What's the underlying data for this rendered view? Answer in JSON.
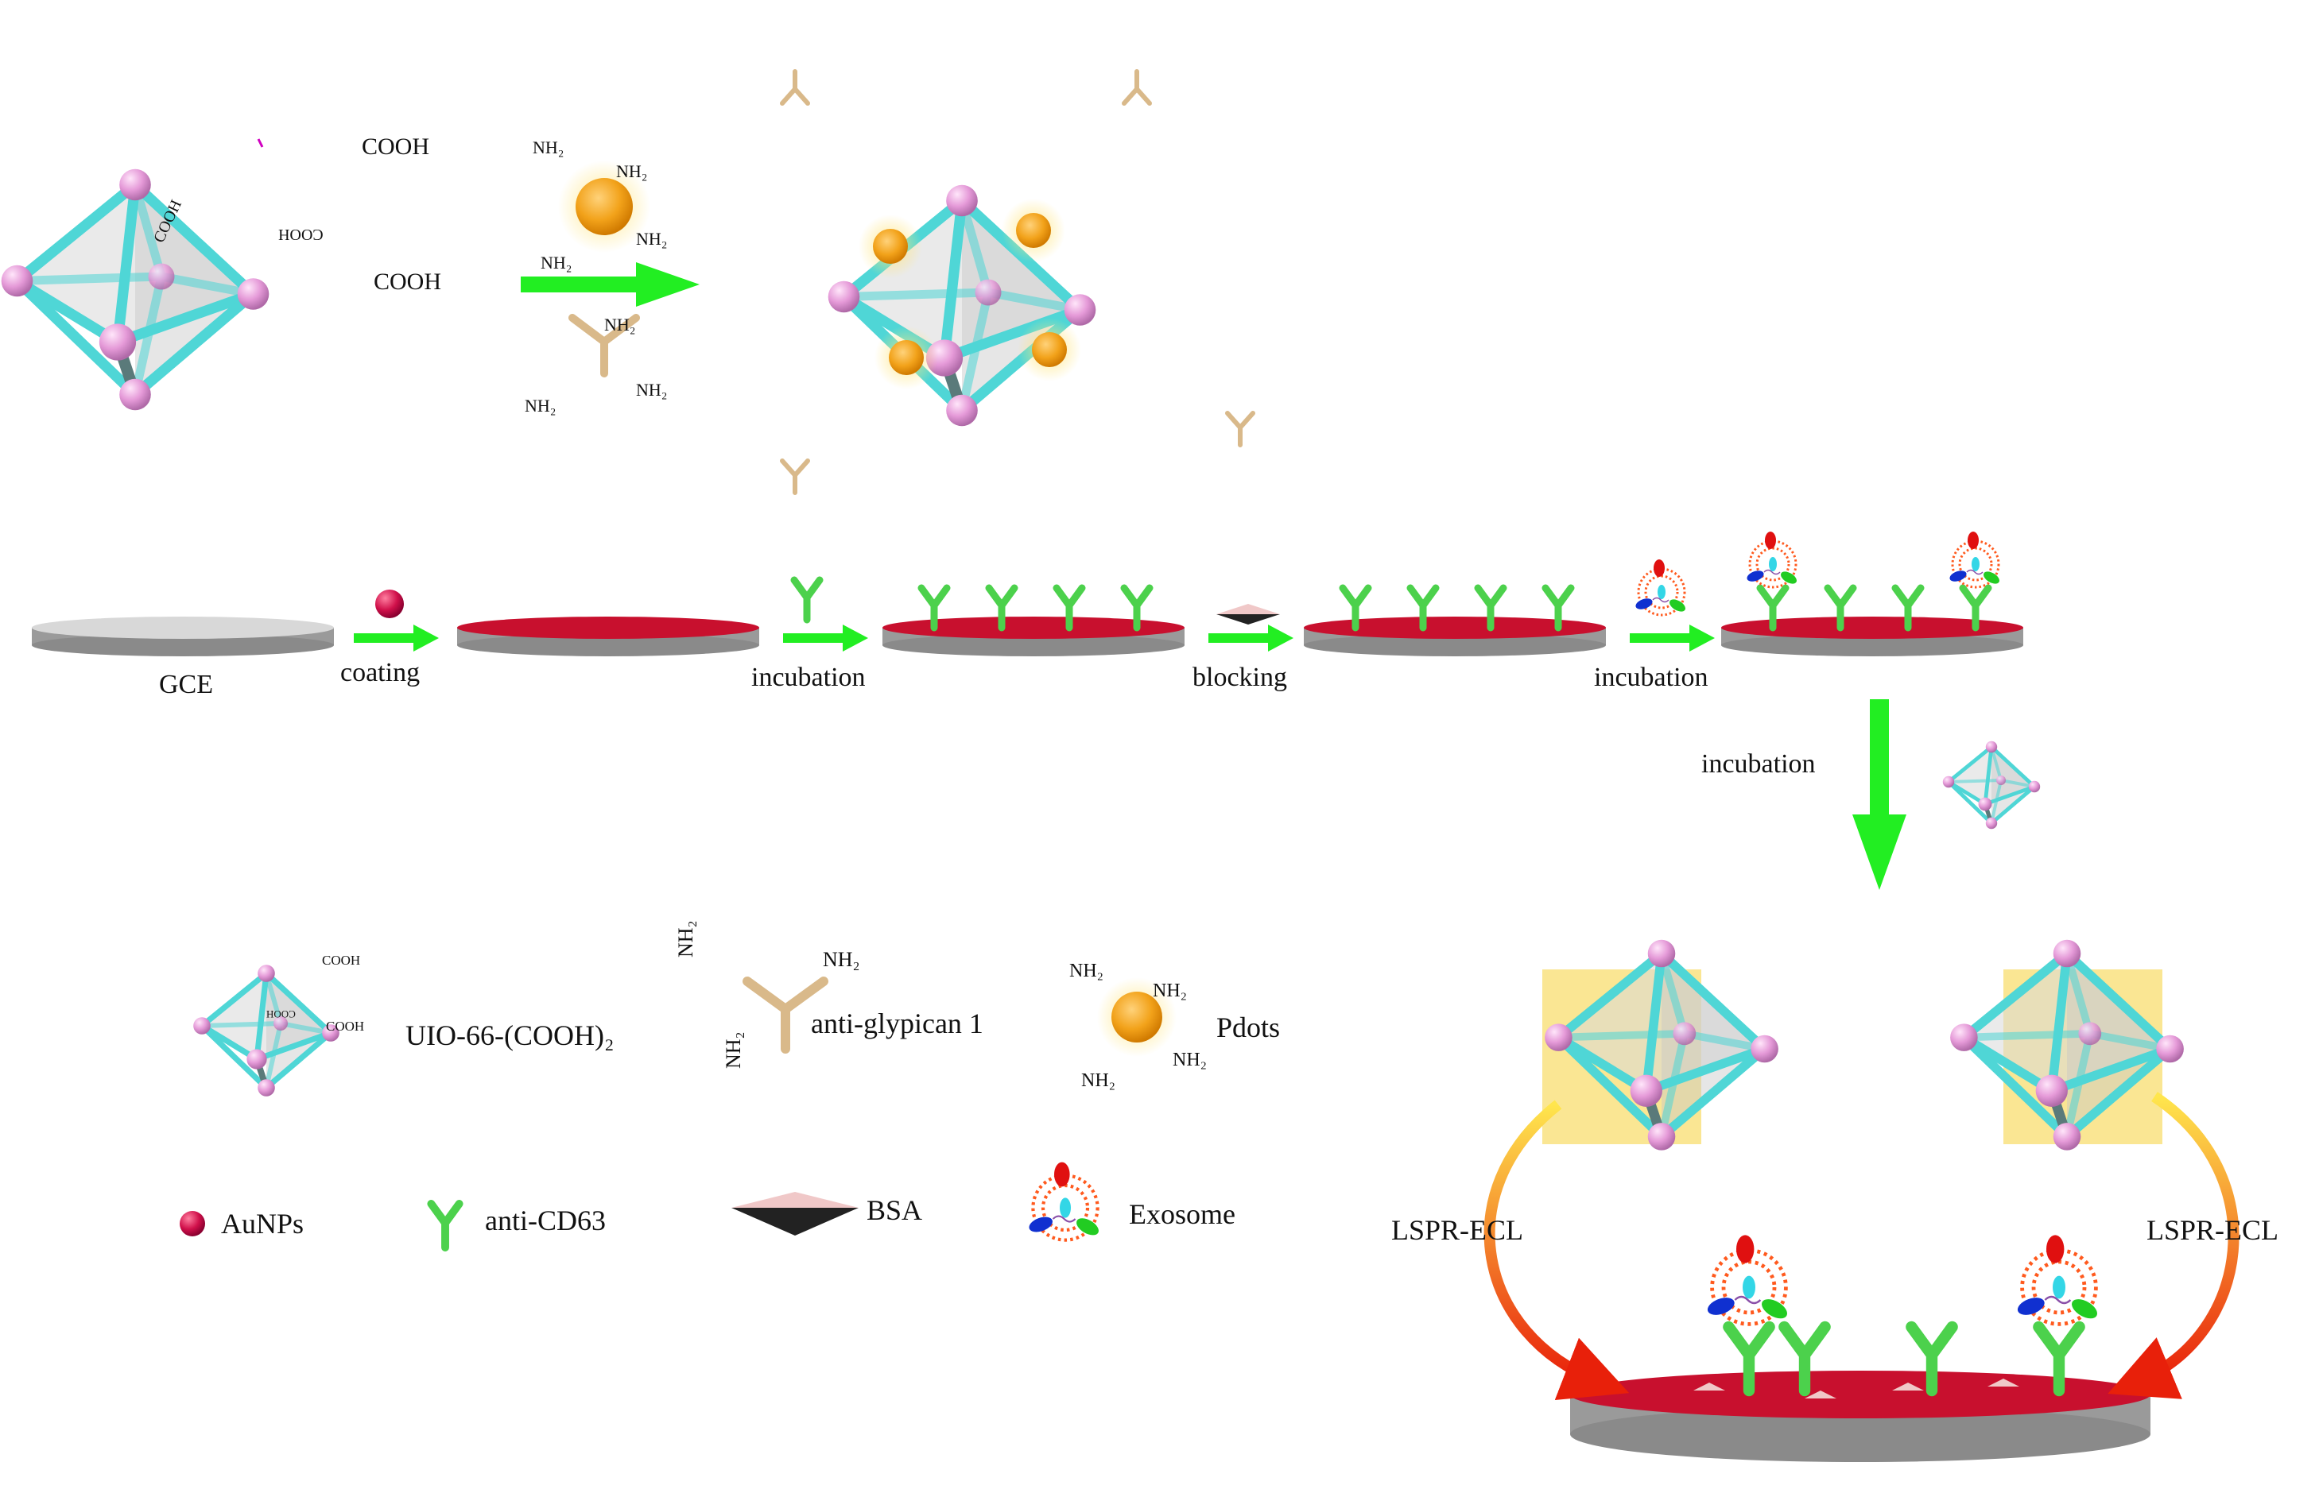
{
  "synthesis": {
    "cooh_labels": [
      "COOH",
      "COOH",
      "COOH",
      "COOH"
    ],
    "nh2_label": "NH₂"
  },
  "process": {
    "electrode_label": "GCE",
    "steps": [
      "coating",
      "incubation",
      "blocking",
      "incubation"
    ],
    "final_incubation": "incubation"
  },
  "legend": {
    "mof": "UIO-66-(COOH)₂",
    "mof_cooh": [
      "COOH",
      "COOH",
      "COOH"
    ],
    "glypican": "anti-glypican 1",
    "pdots": "Pdots",
    "aunps": "AuNPs",
    "cd63": "anti-CD63",
    "bsa": "BSA",
    "exosome": "Exosome"
  },
  "result": {
    "lspr_left": "LSPR-ECL",
    "lspr_right": "LSPR-ECL"
  },
  "colors": {
    "rod": "#4fd6d6",
    "node": "#e59ad8",
    "gold": "#f2a21a",
    "arrow": "#22ee22",
    "electrode_top": "#c8102e",
    "electrode_side": "#a9a9a9",
    "antibody": "#4cd14c",
    "glypican": "#d9b98a"
  }
}
